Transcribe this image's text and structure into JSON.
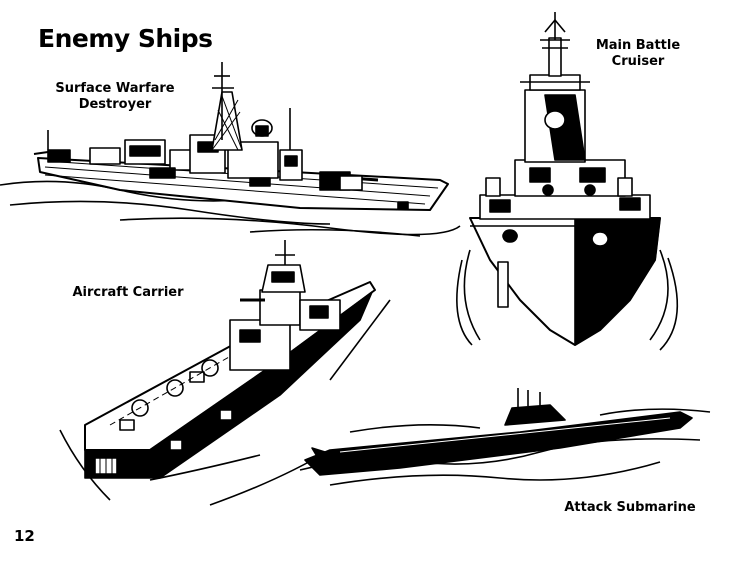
{
  "page": {
    "title": "Enemy Ships",
    "page_number": "12"
  },
  "ships": {
    "destroyer": {
      "label_line1": "Surface Warfare",
      "label_line2": "Destroyer"
    },
    "cruiser": {
      "label_line1": "Main Battle",
      "label_line2": "Cruiser"
    },
    "carrier": {
      "label": "Aircraft Carrier"
    },
    "submarine": {
      "label": "Attack Submarine"
    }
  },
  "colors": {
    "ink": "#000000",
    "paper": "#ffffff"
  }
}
